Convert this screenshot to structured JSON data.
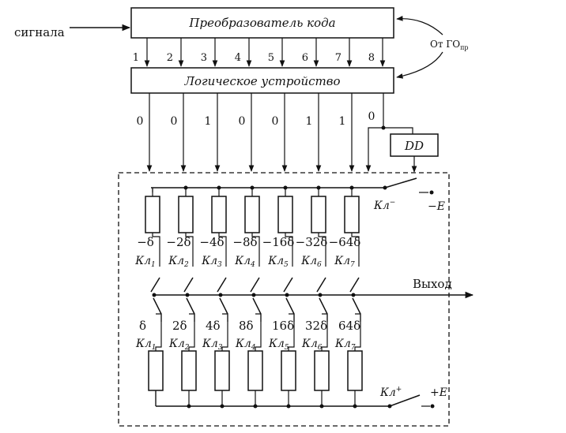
{
  "input_label": "сигнала",
  "code_converter": {
    "label": "Преобразователь кода"
  },
  "reference_label": {
    "prefix": "От ГО",
    "sub": "пр"
  },
  "bus_numbers": [
    "1",
    "2",
    "3",
    "4",
    "5",
    "6",
    "7",
    "8"
  ],
  "logic_device": {
    "label": "Логическое устройство"
  },
  "bits": [
    "0",
    "0",
    "1",
    "0",
    "0",
    "1",
    "1",
    "0"
  ],
  "dd": {
    "label": "DD"
  },
  "neg_switch": {
    "label": "Кл",
    "sup": "−"
  },
  "neg_supply": "−E",
  "pos_switch": {
    "label": "Кл",
    "sup": "+"
  },
  "pos_supply": "+E",
  "output_label": "Выход",
  "neg_weights": [
    "−δ",
    "−2δ",
    "−4δ",
    "−8δ",
    "−16δ",
    "−32δ",
    "−64δ"
  ],
  "pos_weights": [
    "δ",
    "2δ",
    "4δ",
    "8δ",
    "16δ",
    "32δ",
    "64δ"
  ],
  "switch_base": "Кл",
  "switch_indices": [
    "1",
    "2",
    "3",
    "4",
    "5",
    "6",
    "7"
  ]
}
